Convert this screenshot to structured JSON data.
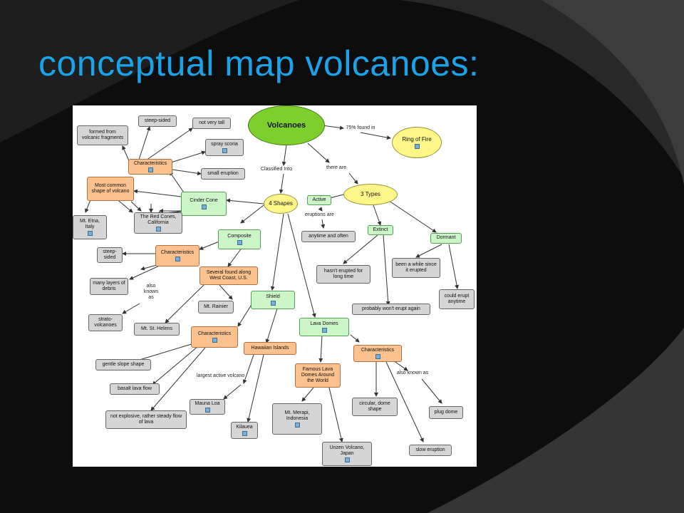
{
  "slide": {
    "title": "conceptual map volcanoes:"
  },
  "colors": {
    "title": "#1aa3e8",
    "root": "#7fcf2c",
    "type": "#fff68a",
    "shape": "#ccf5c8",
    "characteristics": "#fbc28f",
    "detail": "#d5d5d5"
  },
  "map": {
    "nodes": {
      "volcanoes": "Volcanoes",
      "ring_of_fire": "Ring of Fire",
      "four_shapes": "4 Shapes",
      "three_types": "3 Types",
      "active": "Active",
      "extinct": "Extinct",
      "dormant": "Dormant",
      "anytime_often": "anytime and often",
      "hasnt_erupted": "hasn't erupted for long time",
      "probably_wont": "probably won't erupt again",
      "been_a_while": "been a while since it erupted",
      "could_erupt": "could erupt anytime",
      "cinder_cone": "Cinder Cone",
      "cc_characteristics": "Characteristics",
      "steep_sided_1": "steep-sided",
      "not_very_tall": "not very tall",
      "formed_from": "formed from volcanic fragments",
      "spray_scoria": "spray scoria",
      "small_eruption": "small eruption",
      "most_common": "Most common shape of volcano",
      "mt_etna": "Mt. Etna, Italy",
      "red_cones": "The Red Cones, California",
      "composite": "Composite",
      "comp_characteristics": "Characteristics",
      "steep_sided_2": "steep-sided",
      "many_layers": "many layers of debris",
      "strato": "strato-volcanoes",
      "several_found": "Several found along West Coast, U.S.",
      "mt_rainier": "Mt. Rainier",
      "mt_st_helens": "Mt. St. Helens",
      "shield": "Shield",
      "shield_characteristics": "Characteristics",
      "gentle_slope": "gentle slope shape",
      "basalt": "basalt lava flow",
      "not_explosive": "not explosive, rather steady flow of lava",
      "hawaiian": "Hawaiian Islands",
      "mauna_loa": "Mauna Loa",
      "kilauea": "Kilauea",
      "lava_domes": "Lava Domes",
      "ld_characteristics": "Characteristics",
      "famous_domes": "Famous Lava Domes Around the World",
      "mt_merapi": "Mt. Merapi, Indonesia",
      "unzen": "Unzen Volcano, Japan",
      "circular": "circular, dome shape",
      "slow_eruption": "slow eruption",
      "plug_dome": "plug dome"
    },
    "links": {
      "found_in": "75% found in",
      "classified_into": "Classified Into",
      "there_are": "there are",
      "eruptions_are": "eruptions are",
      "also_known_as_1": "also known as",
      "largest_active": "largest active volcano",
      "also_known_as_2": "also known as"
    }
  }
}
